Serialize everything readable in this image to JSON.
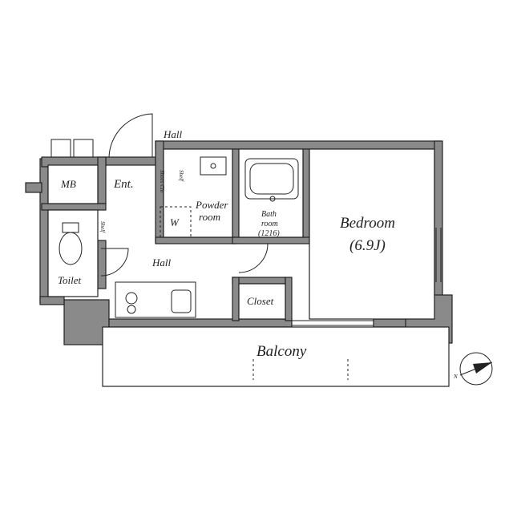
{
  "rooms": {
    "hall_top": "Hall",
    "mb": "MB",
    "ent": "Ent.",
    "shoes_clo": "Shoes Clo",
    "powder_room_1": "Powder",
    "powder_room_2": "room",
    "w": "W",
    "bath_1": "Bath",
    "bath_2": "room",
    "bath_3": "(1216)",
    "bedroom": "Bedroom",
    "bedroom_size": "(6.9J)",
    "toilet": "Toilet",
    "hall_main": "Hall",
    "closet": "Closet",
    "balcony": "Balcony",
    "shelf_1": "Shelf",
    "shelf_2": "Shelf"
  },
  "compass": {
    "label": "N"
  },
  "colors": {
    "wall": "#8a8a8a",
    "line": "#222222"
  }
}
